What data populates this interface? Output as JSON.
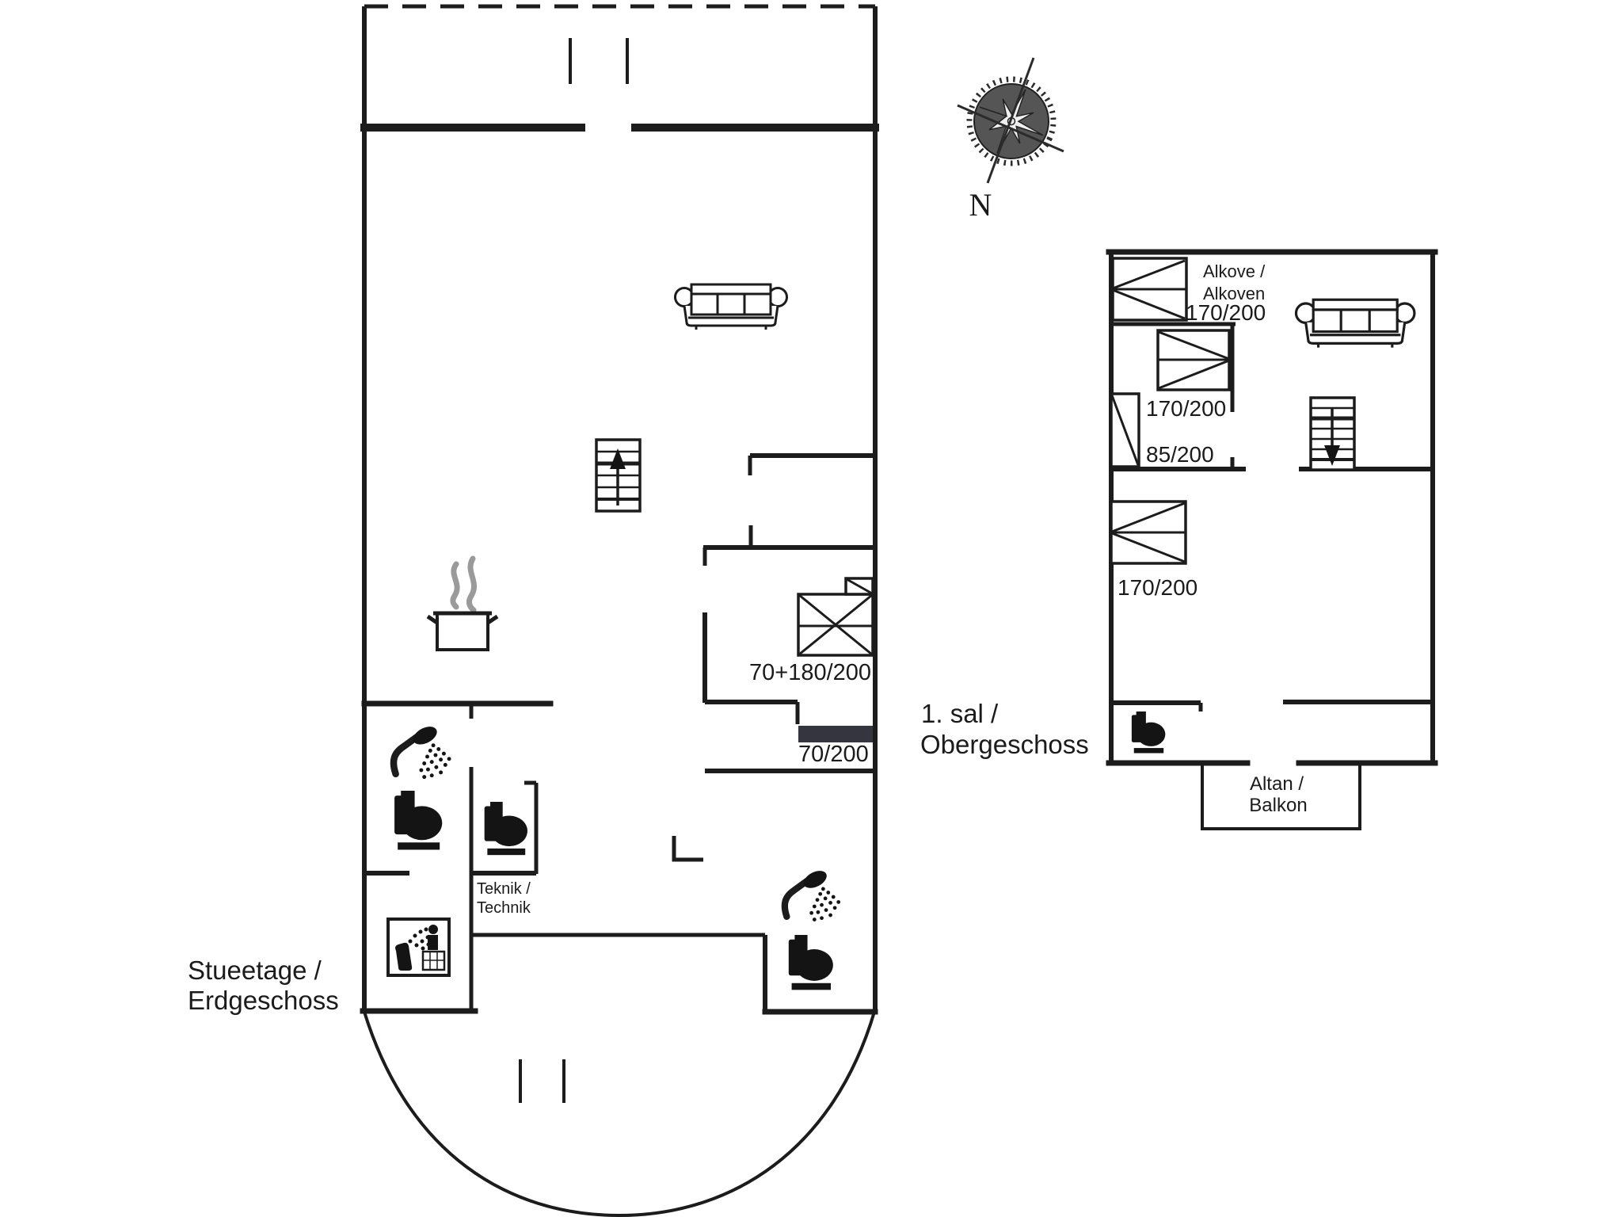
{
  "page": {
    "background_color": "#ffffff",
    "line_color": "#1c1c1c",
    "dark_bed_color": "#35353f",
    "steam_color": "#9a9a9a"
  },
  "compass": {
    "north_label": "N"
  },
  "ground_floor": {
    "title_line1": "Stueetage /",
    "title_line2": "Erdgeschoss",
    "double_bed_label": "70+180/200",
    "single_bed_label": "70/200",
    "technik_label_line1": "Teknik /",
    "technik_label_line2": "Technik"
  },
  "upper_floor": {
    "title_line1": "1. sal /",
    "title_line2": "Obergeschoss",
    "alcove_label_line1": "Alkove /",
    "alcove_label_line2": "Alkoven",
    "alcove_bed_size": "170/200",
    "middle_bed_size": "170/200",
    "small_bed_size": "85/200",
    "lower_bed_size": "170/200",
    "balcony_label_line1": "Altan /",
    "balcony_label_line2": "Balkon"
  },
  "icons": {
    "toilet": "black toilet silhouette (tank left, bowl right)",
    "shower": "shower head with spray dots",
    "washing-machine": "square with spray bottle and seated figure",
    "cooking-pot": "pot with two handles and steam",
    "sofa": "three-seat sofa top view",
    "stairs-up": "staircase with up arrow",
    "stairs-down": "staircase with down arrow",
    "compass-rose": "decorative wind rose"
  }
}
